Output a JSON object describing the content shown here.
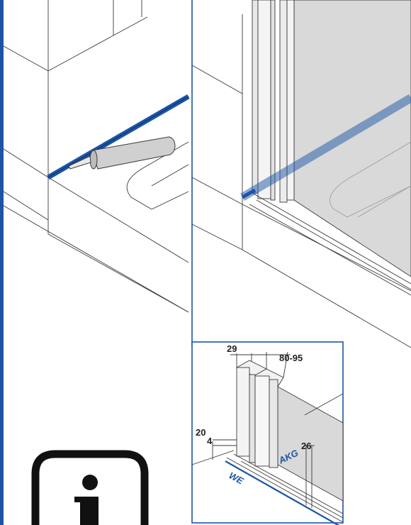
{
  "colors": {
    "accent_blue": "#1c55a5",
    "line": "#3a3a3a",
    "glass": "#d8d8d8",
    "profile": "#e6e6e6"
  },
  "detail": {
    "dim_top_left": "29",
    "dim_top_right": "80-95",
    "dim_left_outer": "20",
    "dim_left_inner": "4",
    "dim_right": "26",
    "label_wall_profile": "WE",
    "label_profile": "AKG"
  },
  "icons": [
    "silicone-tube-icon",
    "info-icon"
  ]
}
